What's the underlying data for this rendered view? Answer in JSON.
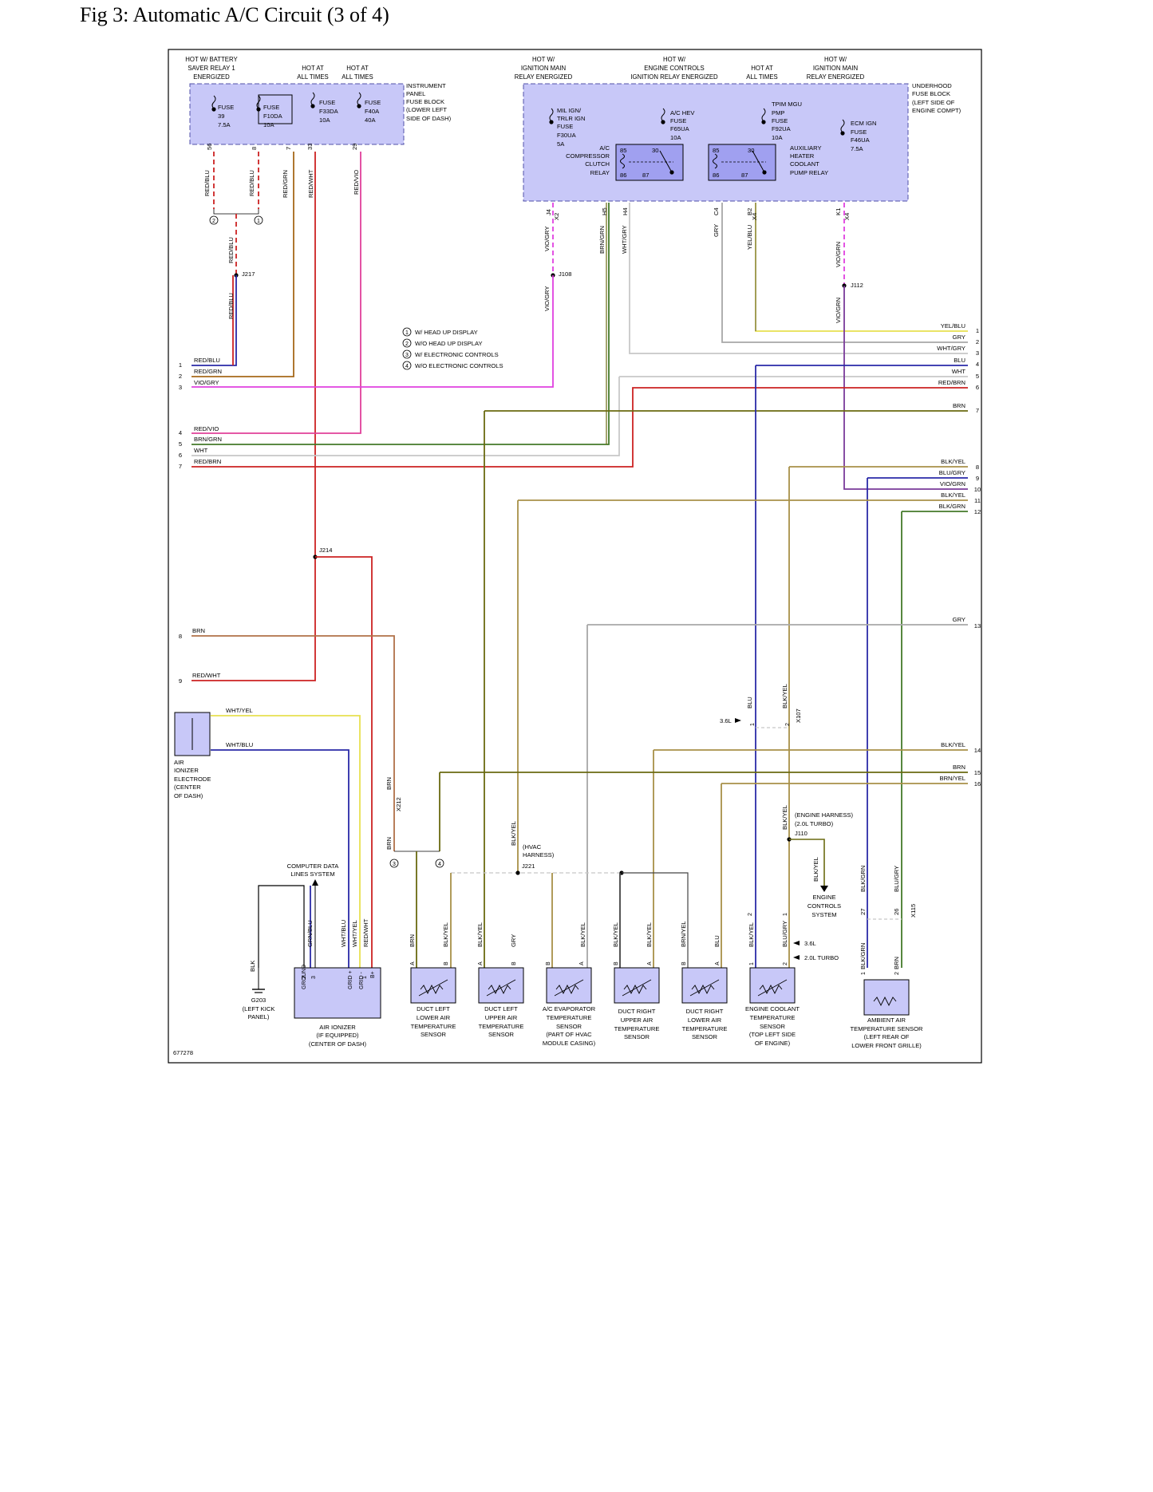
{
  "title": "Fig 3: Automatic A/C Circuit (3 of 4)",
  "figure_id": "677278",
  "colors": {
    "RED": "#cc2222",
    "BLU": "#2a2aa8",
    "BRN": "#7a5a1a",
    "ORG": "#c8741a",
    "MAG": "#e0409a",
    "VIO": "#e040e0",
    "GRN": "#447a2a",
    "OLIVE": "#6a6a10",
    "YEL": "#e8e050",
    "GRY": "#a8a8a8",
    "LTGRY": "#c8c8c8",
    "BLK": "#222222",
    "KHAKI": "#a89048",
    "LTBRN": "#b07048",
    "PURPLE": "#7a3a9a",
    "BOX": "#c8c8f8",
    "BOXLINE": "#5050a8"
  },
  "top_headers": [
    "HOT W/ BATTERY",
    "SAVER RELAY 1",
    "ENERGIZED",
    "HOT AT",
    "ALL TIMES",
    "HOT AT",
    "ALL TIMES",
    "HOT W/",
    "IGNITION MAIN",
    "RELAY ENERGIZED",
    "HOT W/",
    "ENGINE CONTROLS",
    "IGNITION RELAY ENERGIZED",
    "HOT AT",
    "ALL TIMES",
    "HOT W/",
    "IGNITION MAIN",
    "RELAY ENERGIZED"
  ],
  "fuse_block_labels": [
    "INSTRUMENT",
    "PANEL",
    "FUSE BLOCK",
    "(LOWER LEFT",
    "SIDE OF DASH)",
    "UNDERHOOD",
    "FUSE BLOCK",
    "(LEFT SIDE OF",
    "ENGINE COMPT)"
  ],
  "fuses": [
    "FUSE",
    "39",
    "7.5A",
    "FUSE",
    "F10DA",
    "10A",
    "FUSE",
    "F33DA",
    "10A",
    "FUSE",
    "F40A",
    "40A",
    "MIL IGN/",
    "TRLR IGN",
    "FUSE",
    "F30UA",
    "5A",
    "A/C HEV",
    "FUSE",
    "F65UA",
    "10A",
    "TPIM MGU",
    "PMP",
    "FUSE",
    "F92UA",
    "10A",
    "ECM IGN",
    "FUSE",
    "F46UA",
    "7.5A"
  ],
  "relays": [
    "A/C",
    "COMPRESSOR",
    "CLUTCH",
    "RELAY",
    "AUXILIARY",
    "HEATER",
    "COOLANT",
    "PUMP RELAY",
    "85",
    "30",
    "86",
    "87"
  ],
  "pins": [
    "56",
    "8",
    "7",
    "33",
    "29",
    "J4",
    "H5",
    "H4",
    "C4",
    "B2",
    "K1",
    "X2",
    "X4",
    "X4",
    "X4",
    "1",
    "2",
    "3",
    "4",
    "X212",
    "X107",
    "X115",
    "27",
    "26",
    "A",
    "B",
    "GRID +",
    "GRID -",
    "B+",
    "GROUND"
  ],
  "wire_labels": [
    "RED/BLU",
    "RED/BLU",
    "RED/GRN",
    "RED/WHT",
    "RED/VIO",
    "VIO/GRY",
    "VIO/GRY",
    "BRN/GRN",
    "WHT/GRY",
    "GRY",
    "YEL/BLU",
    "VIO/GRN",
    "VIO/GRN",
    "RED/BLU",
    "RED/GRN",
    "VIO/GRY",
    "RED/VIO",
    "BRN/GRN",
    "WHT",
    "RED/BRN",
    "YEL/BLU",
    "GRY",
    "WHT/GRY",
    "BLU",
    "WHT",
    "RED/BRN",
    "BRN",
    "BLK/YEL",
    "BLU/GRY",
    "VIO/GRN",
    "BLK/YEL",
    "BLK/GRN",
    "BRN",
    "RED/WHT",
    "GRY",
    "WHT/YEL",
    "WHT/BLU",
    "BLK/YEL",
    "BRN",
    "BRN/YEL",
    "BLU",
    "BLK/YEL",
    "BLK",
    "GRN/BLU",
    "WHT/BLU",
    "WHT/YEL",
    "RED/WHT",
    "BRN",
    "BLK/YEL",
    "BRN",
    "BLK/YEL",
    "BLK/YEL",
    "GRY",
    "BLK/YEL",
    "BLK/YEL",
    "BLK/YEL",
    "BRN/YEL",
    "BLU",
    "BLK/YEL",
    "BLU/GRY",
    "BLK/GRN",
    "BLU/GRY",
    "BLK/GRN",
    "BRN",
    "BRN"
  ],
  "splices": [
    "J217",
    "J108",
    "J112",
    "J214",
    "J110",
    "J221"
  ],
  "legend": [
    "W/ HEAD UP DISPLAY",
    "W/O HEAD UP DISPLAY",
    "W/ ELECTRONIC CONTROLS",
    "W/O ELECTRONIC CONTROLS"
  ],
  "notes": [
    "(HVAC",
    "HARNESS)",
    "(ENGINE HARNESS)",
    "(2.0L TURBO)",
    "3.6L",
    "3.6L",
    "2.0L TURBO",
    "COMPUTER DATA",
    "LINES SYSTEM",
    "ENGINE",
    "CONTROLS",
    "SYSTEM"
  ],
  "components": {
    "ionizer_electrode": [
      "AIR",
      "IONIZER",
      "ELECTRODE",
      "(CENTER",
      "OF DASH)"
    ],
    "ground": [
      "G203",
      "(LEFT KICK",
      "PANEL)"
    ],
    "air_ionizer": [
      "AIR IONIZER",
      "(IF EQUIPPED)",
      "(CENTER OF DASH)"
    ],
    "duct_left_lower": [
      "DUCT LEFT",
      "LOWER AIR",
      "TEMPERATURE",
      "SENSOR"
    ],
    "duct_left_upper": [
      "DUCT LEFT",
      "UPPER AIR",
      "TEMPERATURE",
      "SENSOR"
    ],
    "evaporator": [
      "A/C EVAPORATOR",
      "TEMPERATURE",
      "SENSOR",
      "(PART OF HVAC",
      "MODULE CASING)"
    ],
    "duct_right_upper": [
      "DUCT RIGHT",
      "UPPER AIR",
      "TEMPERATURE",
      "SENSOR"
    ],
    "duct_right_lower": [
      "DUCT RIGHT",
      "LOWER AIR",
      "TEMPERATURE",
      "SENSOR"
    ],
    "engine_coolant": [
      "ENGINE COOLANT",
      "TEMPERATURE",
      "SENSOR",
      "(TOP LEFT SIDE",
      "OF ENGINE)"
    ],
    "ambient": [
      "AMBIENT AIR",
      "TEMPERATURE SENSOR",
      "(LEFT REAR OF",
      "LOWER FRONT GRILLE)"
    ]
  },
  "connector_numbers": [
    "1",
    "2",
    "3",
    "4",
    "5",
    "6",
    "7",
    "8",
    "9",
    "1",
    "2",
    "3",
    "4",
    "5",
    "6",
    "7",
    "8",
    "9",
    "10",
    "11",
    "12",
    "13",
    "14",
    "15",
    "16"
  ]
}
